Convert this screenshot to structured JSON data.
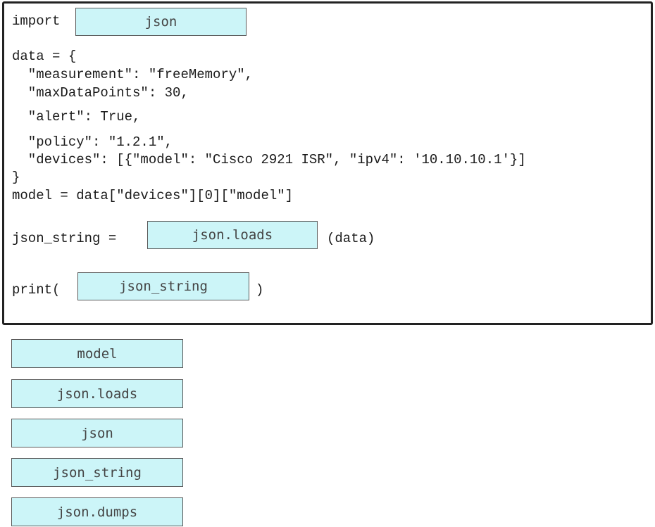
{
  "code": {
    "import_keyword": "import",
    "data_open": "data = {",
    "measurement_line": "  \"measurement\": \"freeMemory\",",
    "maxdatapoints_line": "  \"maxDataPoints\": 30,",
    "alert_line": "  \"alert\": True,",
    "policy_line": "  \"policy\": \"1.2.1\",",
    "devices_line": "  \"devices\": [{\"model\": \"Cisco 2921 ISR\", \"ipv4\": '10.10.10.1'}]",
    "data_close": "}",
    "model_line": "model = data[\"devices\"][0][\"model\"]",
    "json_string_prefix": "json_string =",
    "json_string_suffix": "(data)",
    "print_prefix": "print(",
    "print_suffix": ")"
  },
  "slots": {
    "import_slot": "json",
    "function_slot": "json.loads",
    "print_slot": "json_string"
  },
  "choices": [
    {
      "label": "model"
    },
    {
      "label": "json.loads"
    },
    {
      "label": "json"
    },
    {
      "label": "json_string"
    },
    {
      "label": "json.dumps"
    }
  ],
  "colors": {
    "slot_fill": "#ccf5f8",
    "border": "#222222"
  }
}
